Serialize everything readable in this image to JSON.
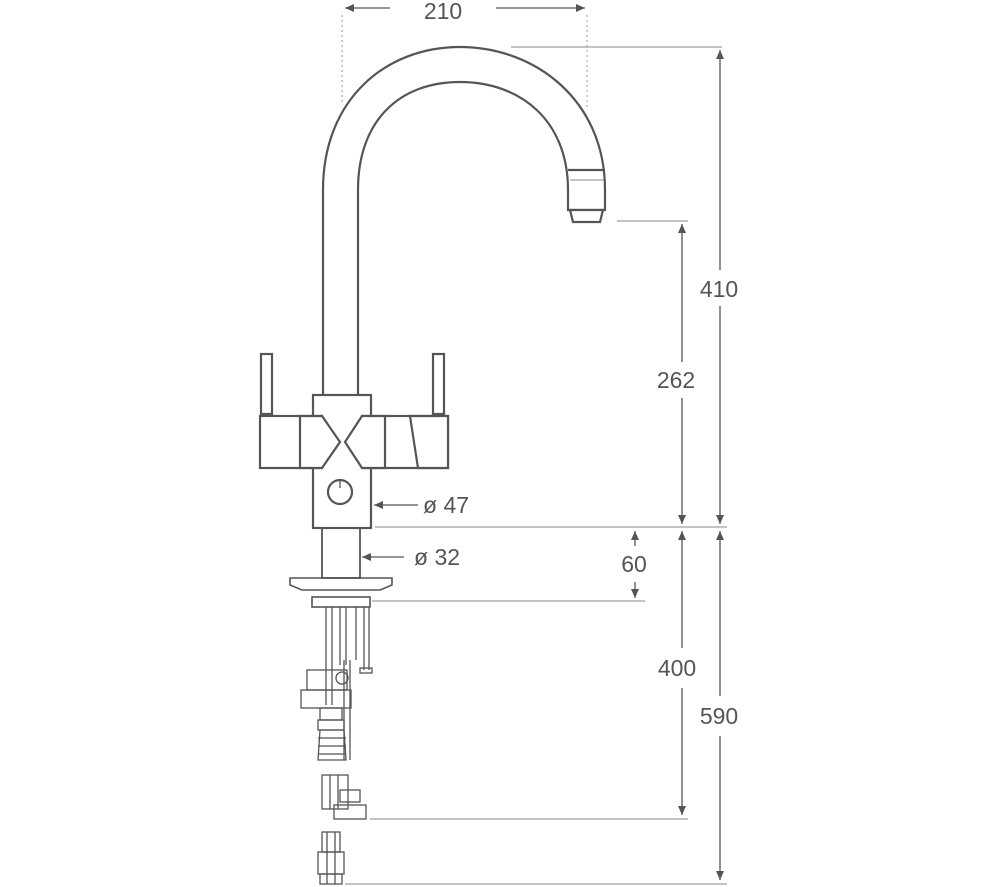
{
  "dimensions": {
    "spout_reach": "210",
    "total_height": "410",
    "spout_height": "262",
    "body_diameter": "ø 47",
    "shank_diameter": "ø 32",
    "max_deck_thickness": "60",
    "shank_length": "400",
    "total_below": "590"
  },
  "colors": {
    "line": "#555555",
    "background": "#ffffff"
  }
}
